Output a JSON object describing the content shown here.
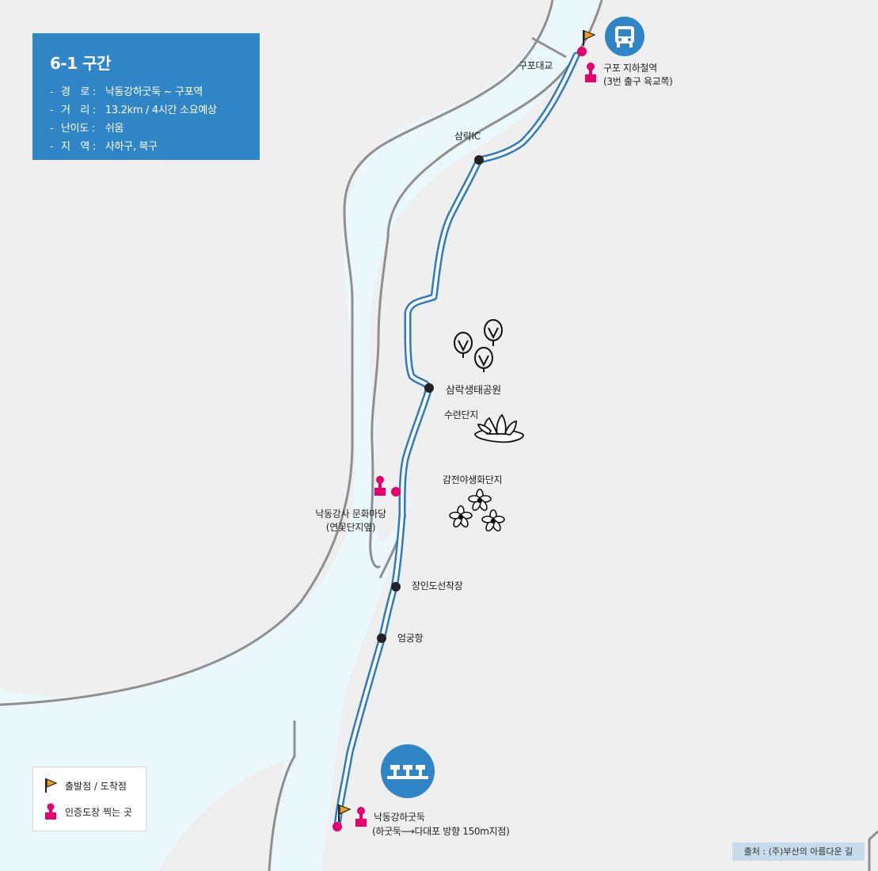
{
  "info_box": {
    "title": "6-1 구간",
    "rows": [
      {
        "dash": "-",
        "key": "경　로 :",
        "value": "낙동강하굿둑 ~ 구포역"
      },
      {
        "dash": "-",
        "key": "거　리 :",
        "value": "13.2km / 4시간 소요예상"
      },
      {
        "dash": "-",
        "key": "난이도 :",
        "value": "쉬움"
      },
      {
        "dash": "-",
        "key": "지　역 :",
        "value": "사하구, 북구"
      }
    ]
  },
  "places": {
    "gupo_bridge": "구포대교",
    "gupo_station_line1": "구포 지하철역",
    "gupo_station_line2": "(3번 출구 육교쪽)",
    "samrak_ic": "삼락IC",
    "samrak_park": "삼락생태공원",
    "lotus_complex": "수련단지",
    "wildflower_complex": "감전야생화단지",
    "culture_yard_line1": "낙동강사 문화마당",
    "culture_yard_line2": "(연꽃단지옆)",
    "jangindo_dock": "장인도선착장",
    "eomgung_port": "엄궁항",
    "estuary_bank_line1": "낙동강하굿둑",
    "estuary_bank_line2": "(하굿둑⟶다대포 방향 150m지점)"
  },
  "legend": {
    "start_end": "출발점 / 도착점",
    "stamp_place": "인증도장 찍는 곳"
  },
  "source": "출처 : (주)부산의 아름다운 길",
  "icons": {
    "start_flag": "flag-icon",
    "end_flag": "flag-icon",
    "stamp": "stamp-icon",
    "subway": "bus-icon",
    "barrage": "barrage-icon",
    "trees": "tree-icon",
    "lotus": "lotus-icon",
    "flowers": "flower-icon"
  },
  "colors": {
    "route": "#2b7bc0",
    "river": "#eaf8fb",
    "land": "#efefef",
    "road": "#8f8f8f",
    "stamp": "#e5006e",
    "flag": "#f29a1d",
    "info_box": "#2f85c6",
    "source_box": "#c7dbea"
  }
}
